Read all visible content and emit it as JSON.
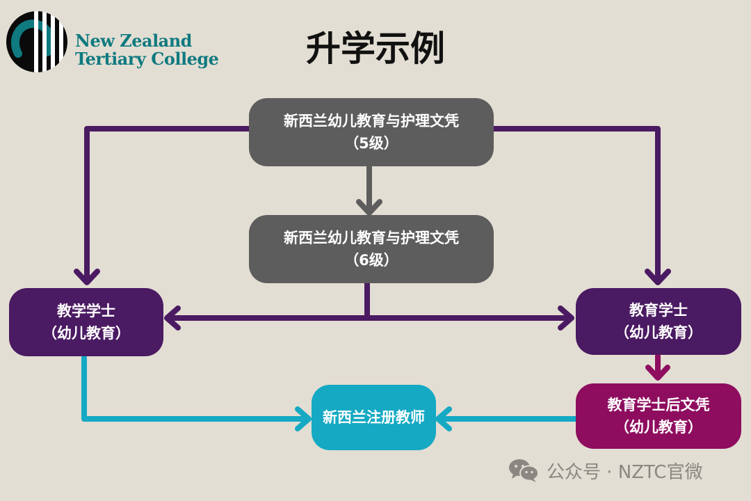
{
  "colors": {
    "background": "#e3ded3",
    "gray_box": "#5d5d5d",
    "purple_box": "#4a1a62",
    "magenta_box": "#8e0d5f",
    "teal_box": "#15a9c3",
    "purple_arrow": "#4a1a62",
    "gray_arrow": "#5d5d5d",
    "magenta_arrow": "#8e0d5f",
    "teal_arrow": "#15a9c3",
    "logo_text": "#0f7a80"
  },
  "logo": {
    "icon": "nztc-logo-icon",
    "line1": "New Zealand",
    "line2": "Tertiary College"
  },
  "title": "升学示例",
  "nodes": {
    "level5": {
      "line1": "新西兰幼儿教育与护理文凭",
      "line2": "（5级）"
    },
    "level6": {
      "line1": "新西兰幼儿教育与护理文凭",
      "line2": "（6级）"
    },
    "bachelor_teaching": {
      "line1": "教学学士",
      "line2": "（幼儿教育）"
    },
    "bachelor_education": {
      "line1": "教育学士",
      "line2": "（幼儿教育）"
    },
    "postgrad_diploma": {
      "line1": "教育学士后文凭",
      "line2": "（幼儿教育）"
    },
    "registered_teacher": {
      "line1": "新西兰注册教师"
    }
  },
  "watermark": {
    "icon": "wechat-icon",
    "text": "公众号 · NZTC官微"
  }
}
